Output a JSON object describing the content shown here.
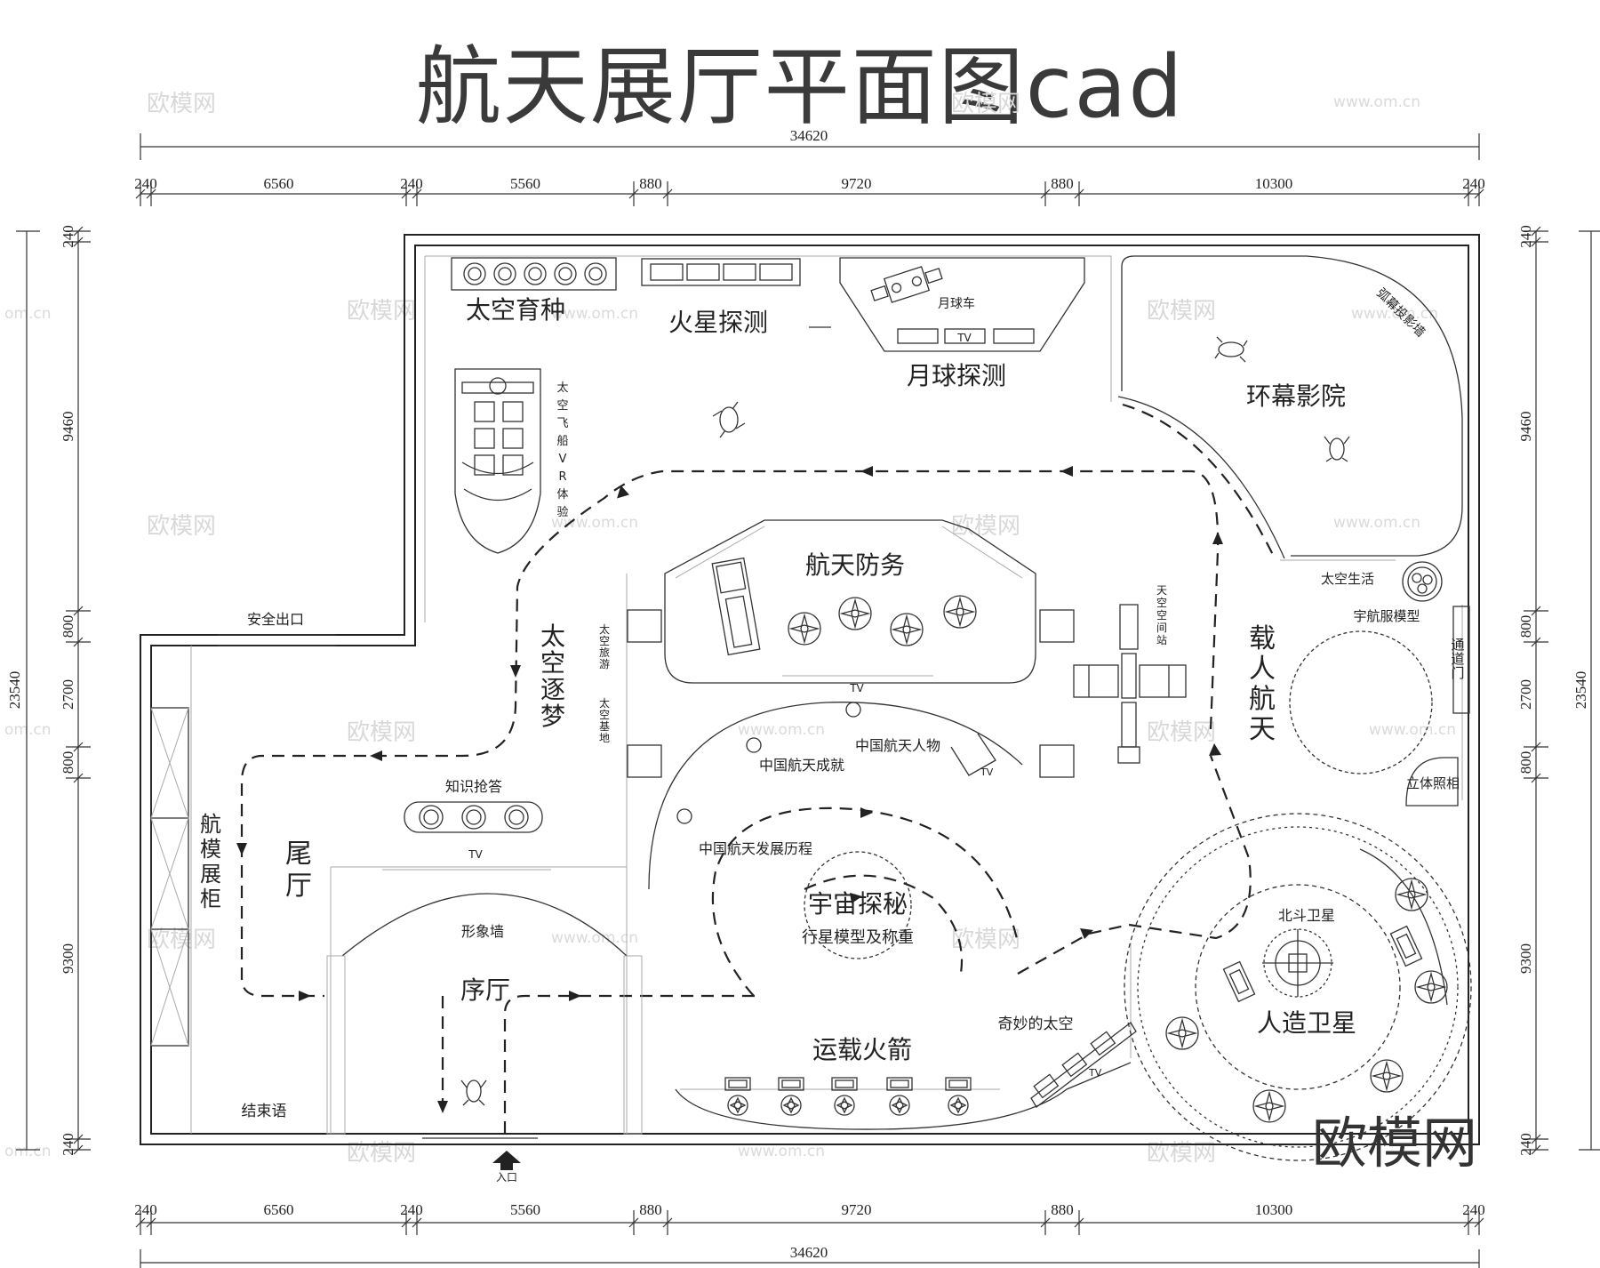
{
  "title": "航天展厅平面图cad",
  "brand_mark": "欧模网",
  "watermark": {
    "text": "欧模网",
    "url": "www.om.cn",
    "url_alt": "om.cn"
  },
  "dimensions": {
    "total": "34620",
    "top_segments": [
      "240",
      "6560",
      "240",
      "5560",
      "880",
      "9720",
      "880",
      "10300",
      "240"
    ],
    "bottom_segments": [
      "240",
      "6560",
      "240",
      "5560",
      "880",
      "9720",
      "880",
      "10300",
      "240"
    ],
    "left_segments": [
      "240",
      "9460",
      "800",
      "2700",
      "800",
      "9300",
      "240"
    ],
    "right_segments": [
      "240",
      "9460",
      "800",
      "2700",
      "800",
      "9300",
      "240"
    ],
    "left_total": "23540",
    "right_total": "23540"
  },
  "zones": {
    "space_breeding": "太空育种",
    "mars": "火星探测",
    "lunar_rover": "月球车",
    "lunar": "月球探测",
    "cinema": "环幕影院",
    "arc_wall": "弧幕投影墙",
    "spacecraft_vr": "太空飞船VR体验",
    "defense": "航天防务",
    "space_station": "天空空间站",
    "space_dream": "太空逐梦",
    "space_tourism": "太空旅游",
    "space_base": "太空基地",
    "manned": "载人航天",
    "space_life": "太空生活",
    "suit_model": "宇航服模型",
    "passage": "通道门",
    "photo": "立体照相",
    "safety_exit": "安全出口",
    "quiz": "知识抢答",
    "people": "中国航天人物",
    "achievements": "中国航天成就",
    "history": "中国航天发展历程",
    "model_cabinet": "航模展柜",
    "tail_hall": "尾厅",
    "image_wall": "形象墙",
    "prelude": "序厅",
    "universe": "宇宙探秘",
    "planet_model": "行星模型及称重",
    "beidou": "北斗卫星",
    "satellite": "人造卫星",
    "wonder_space": "奇妙的太空",
    "rocket": "运载火箭",
    "epilogue": "结束语",
    "entrance": "入口"
  },
  "tv_label": "TV"
}
